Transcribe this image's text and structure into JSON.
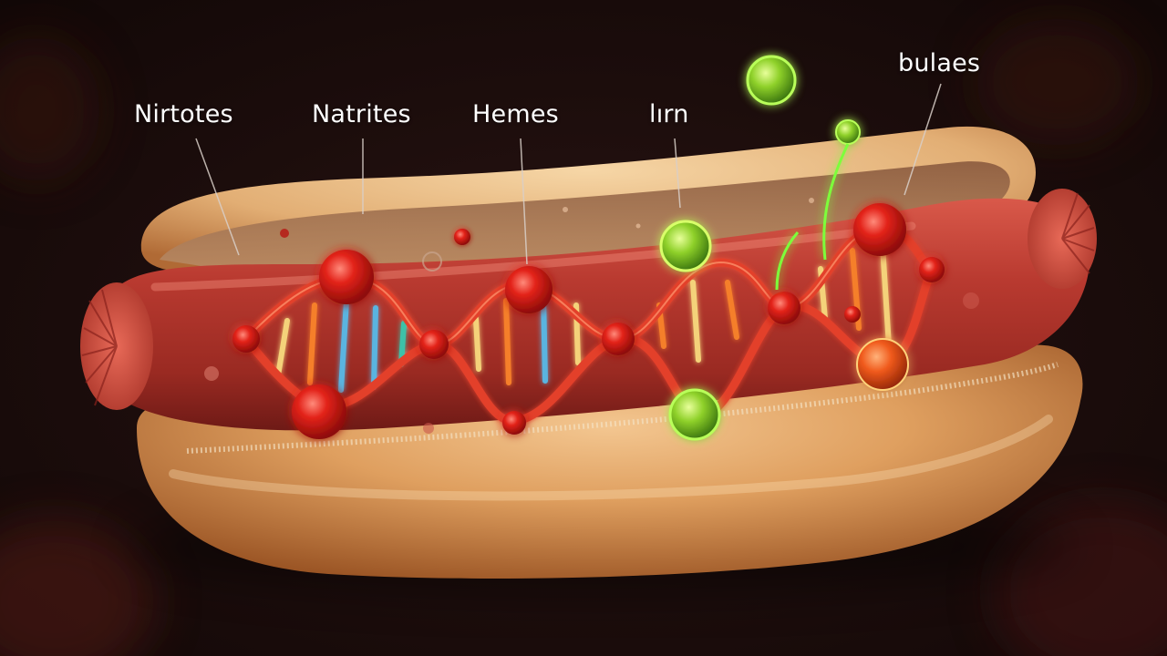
{
  "labels": {
    "nirtotes": "Nirtotes",
    "natrites": "Natrites",
    "hemes": "Hemes",
    "irn": "lırn",
    "bulaes": "bulaes"
  },
  "colors": {
    "background": "#1c0d0c",
    "bun": "#e2a86a",
    "sausage": "#b5322a",
    "helix": "#e0402a",
    "molecule_red": "#e0211a",
    "molecule_green": "#8fff3a"
  },
  "icons": {
    "subject": "hot-dog-illustration",
    "overlay": "dna-double-helix"
  }
}
